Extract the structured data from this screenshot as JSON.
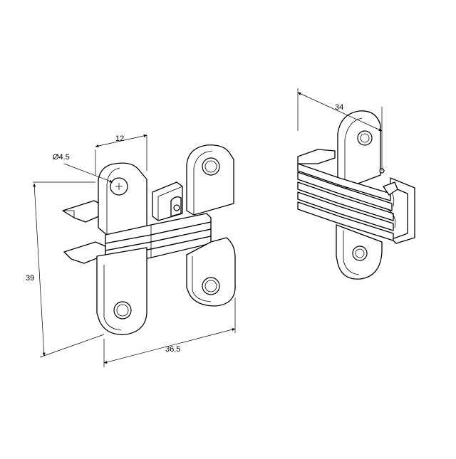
{
  "dimensions": {
    "hole_diameter": "Ø4.5",
    "leaf_width": "12",
    "height": "39",
    "length": "36.5",
    "depth": "34"
  },
  "colors": {
    "line": "#000000",
    "background": "#ffffff"
  }
}
